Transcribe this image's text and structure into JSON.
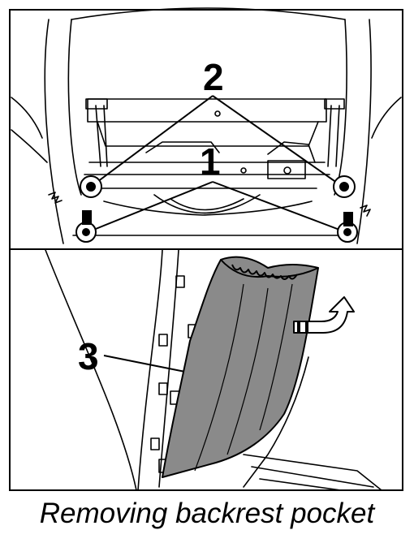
{
  "callouts": {
    "one": "1",
    "two": "2",
    "three": "3"
  },
  "caption": "Removing backrest pocket",
  "colors": {
    "line": "#000000",
    "pocket_fill": "#8a8a8a",
    "background": "#ffffff"
  },
  "icons": {
    "screw": "screw-icon",
    "arrow": "curved-arrow-icon"
  }
}
